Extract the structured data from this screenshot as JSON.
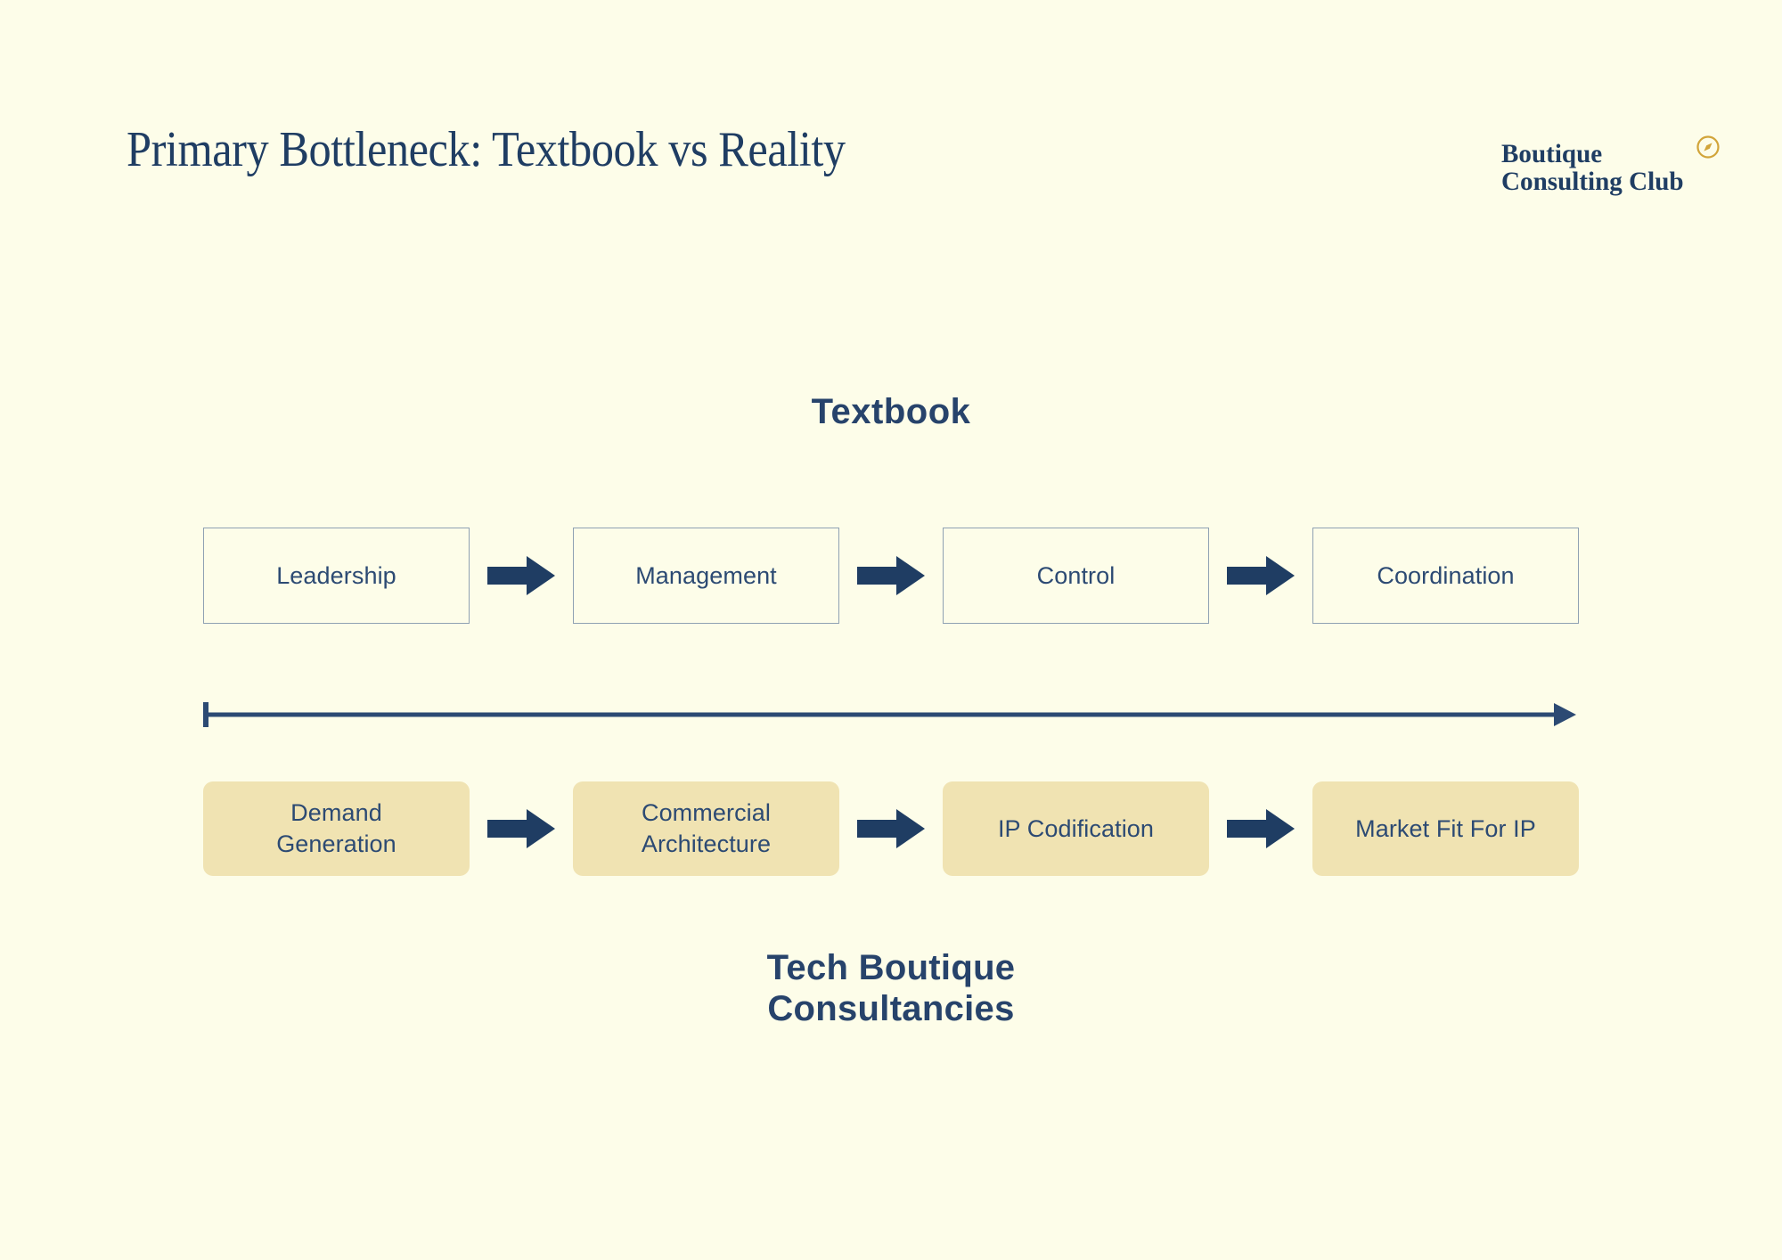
{
  "slide": {
    "title": "Primary Bottleneck: Textbook vs Reality",
    "background_color": "#fdfde9",
    "accent_navy": "#1f3d63",
    "accent_tan": "#f0e3b2",
    "accent_gold": "#d2a53a"
  },
  "logo": {
    "line1": "Boutique",
    "line2": "Consulting Club",
    "icon": "compass-icon"
  },
  "top_section": {
    "heading": "Textbook",
    "nodes": [
      {
        "label": "Leadership"
      },
      {
        "label": "Management"
      },
      {
        "label": "Control"
      },
      {
        "label": "Coordination"
      }
    ],
    "connectors": [
      "arrow-right-icon",
      "arrow-right-icon",
      "arrow-right-icon"
    ]
  },
  "divider": {
    "icon": "axis-arrow-right-icon",
    "start_cap": "bar",
    "end_cap": "arrowhead"
  },
  "bottom_section": {
    "heading_line1": "Tech Boutique",
    "heading_line2": "Consultancies",
    "nodes": [
      {
        "line1": "Demand",
        "line2": "Generation"
      },
      {
        "line1": "Commercial",
        "line2": "Architecture"
      },
      {
        "line1": "IP Codification",
        "line2": ""
      },
      {
        "line1": "Market Fit For IP",
        "line2": ""
      }
    ],
    "connectors": [
      "arrow-right-icon",
      "arrow-right-icon",
      "arrow-right-icon"
    ]
  }
}
